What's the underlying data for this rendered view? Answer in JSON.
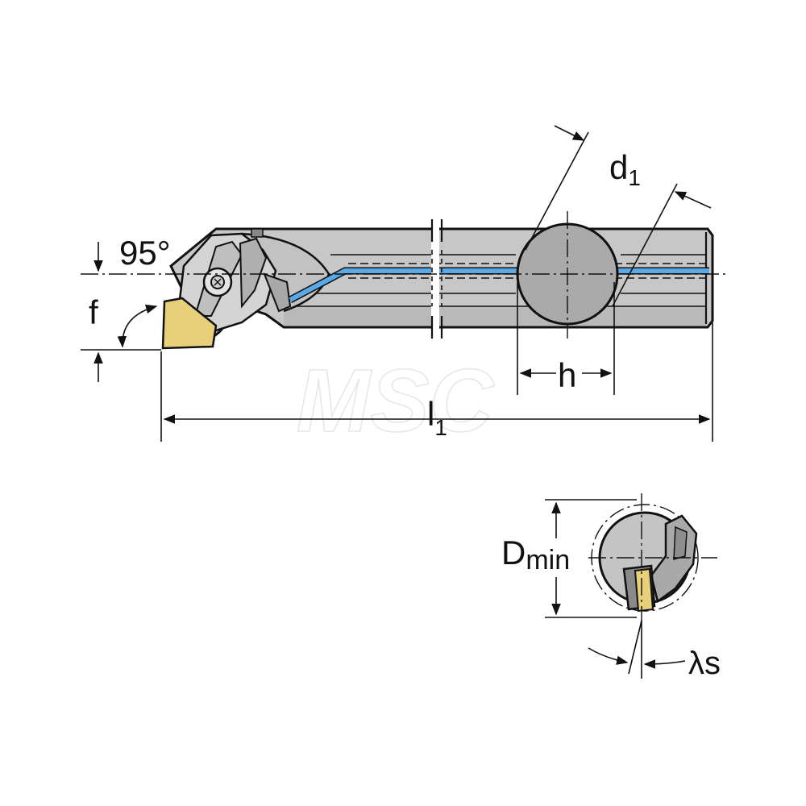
{
  "labels": {
    "angle": "95°",
    "f": "f",
    "d1_main": "d",
    "d1_sub": "1",
    "h": "h",
    "l1_main": "l",
    "l1_sub": "1",
    "dmin_main": "D",
    "dmin_sub": "min",
    "lambda": "λs"
  },
  "watermark": "MSC",
  "colors": {
    "body": "#c7c7c7",
    "body_dark": "#9a9a9a",
    "section": "#aaaaaa",
    "coolant": "#5aa9e6",
    "insert": "#e8cf7a",
    "outline": "#111111"
  }
}
